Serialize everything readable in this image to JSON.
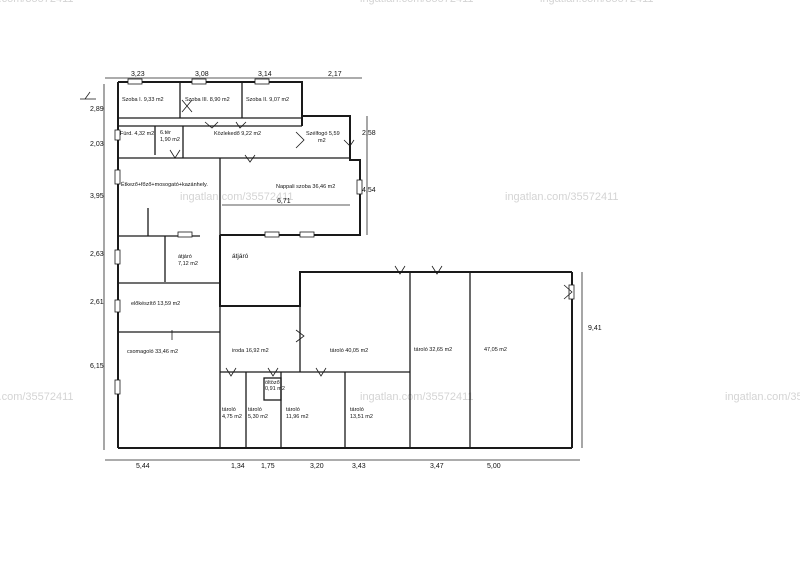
{
  "watermark": "ingatlan.com/35572411",
  "top_dims": [
    "3,23",
    "3,08",
    "3,14",
    "2,17"
  ],
  "left_dims": [
    "2,89",
    "2,03",
    "3,95",
    "2,63",
    "2,61",
    "6,15"
  ],
  "right_dims": [
    "2,58",
    "4,54",
    "9,41"
  ],
  "bottom_dims": [
    "5,44",
    "1,34",
    "1,75",
    "3,20",
    "3,43",
    "3,47",
    "5,00"
  ],
  "inner_dim": "6,71",
  "rooms": {
    "szoba1": "Szoba I. 9,33 m2",
    "szoba3": "Szoba III. 8,90 m2",
    "szoba2": "Szoba II. 9,07 m2",
    "furdo": "Fürd. 4,32 m2",
    "wc_a": "6.tér",
    "wc_b": "1,90 m2",
    "kozlekedo": "Közlekedő 9,22 m2",
    "szelfogo_a": "Szélfogó 5,59",
    "szelfogo_b": "m2",
    "etkezo": "Étkező+főző+mosogató+kazánhely.",
    "nappali": "Nappali szoba 36,46 m2",
    "atjaro1_a": "átjáró",
    "atjaro1_b": "7,12 m2",
    "atjaro2": "átjáró",
    "elokeszito": "előkészítő 13,59 m2",
    "csomagolo": "csomagoló 33,46 m2",
    "iroda": "iroda 16,92 m2",
    "tarolo40": "tároló 40,05 m2",
    "tarolo32": "tároló 32,65 m2",
    "room47": "47,05 m2",
    "oltozo_a": "öltöző",
    "oltozo_b": "0,91 m2",
    "tarolo4_a": "tároló",
    "tarolo4_b": "4,75 m2",
    "tarolo5_a": "tároló",
    "tarolo5_b": "5,30 m2",
    "tarolo11_a": "tároló",
    "tarolo11_b": "11,96 m2",
    "tarolo13_a": "tároló",
    "tarolo13_b": "13,51 m2"
  }
}
